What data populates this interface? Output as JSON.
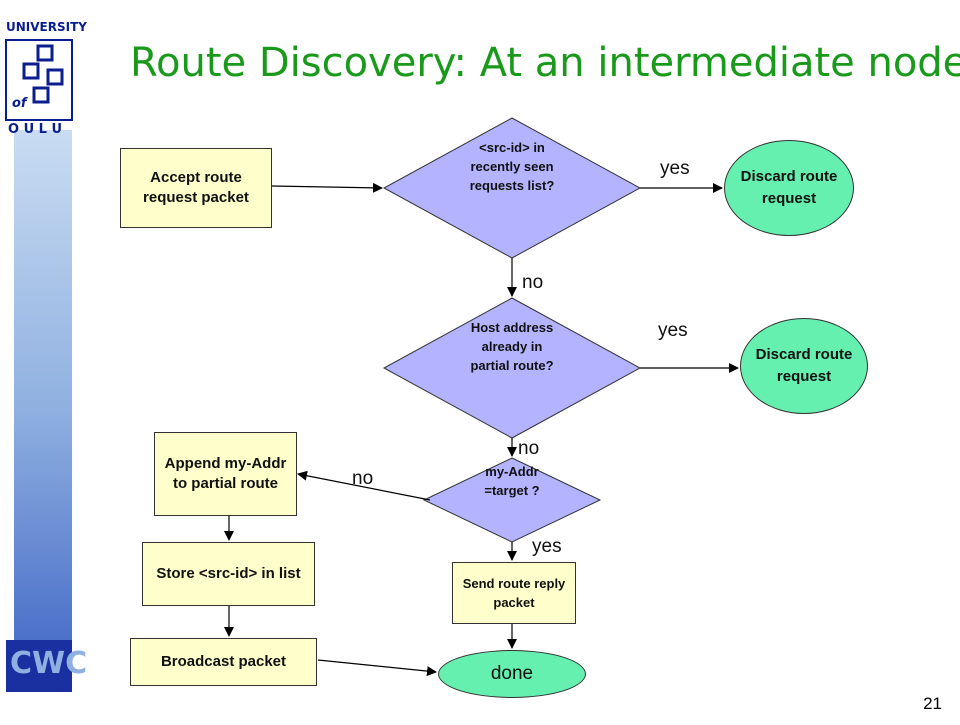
{
  "title": "Route Discovery: At an intermediate node",
  "page_number": "21",
  "logo": {
    "university": "UNIVERSITY",
    "of": "of",
    "oulu": "O U L U",
    "cwc": "CWC"
  },
  "nodes": {
    "accept": "Accept route request packet",
    "decision1": "<src-id> in recently seen requests list?",
    "discard1": "Discard route request",
    "decision2": "Host address already in partial route?",
    "discard2": "Discard route request",
    "decision3": "my-Addr =target ?",
    "append": "Append my-Addr to partial route",
    "store": "Store <src-id> in list",
    "broadcast": "Broadcast packet",
    "send_reply": "Send route reply packet",
    "done": "done"
  },
  "edge_labels": {
    "d1_yes": "yes",
    "d1_no": "no",
    "d2_yes": "yes",
    "d2_no": "no",
    "d3_no": "no",
    "d3_yes": "yes"
  },
  "colors": {
    "title": "#1a9a1a",
    "box_fill": "#ffffcc",
    "diamond_fill": "#b3b3ff",
    "oval_fill": "#66f0b0",
    "logo_blue": "#0b1e8f"
  }
}
